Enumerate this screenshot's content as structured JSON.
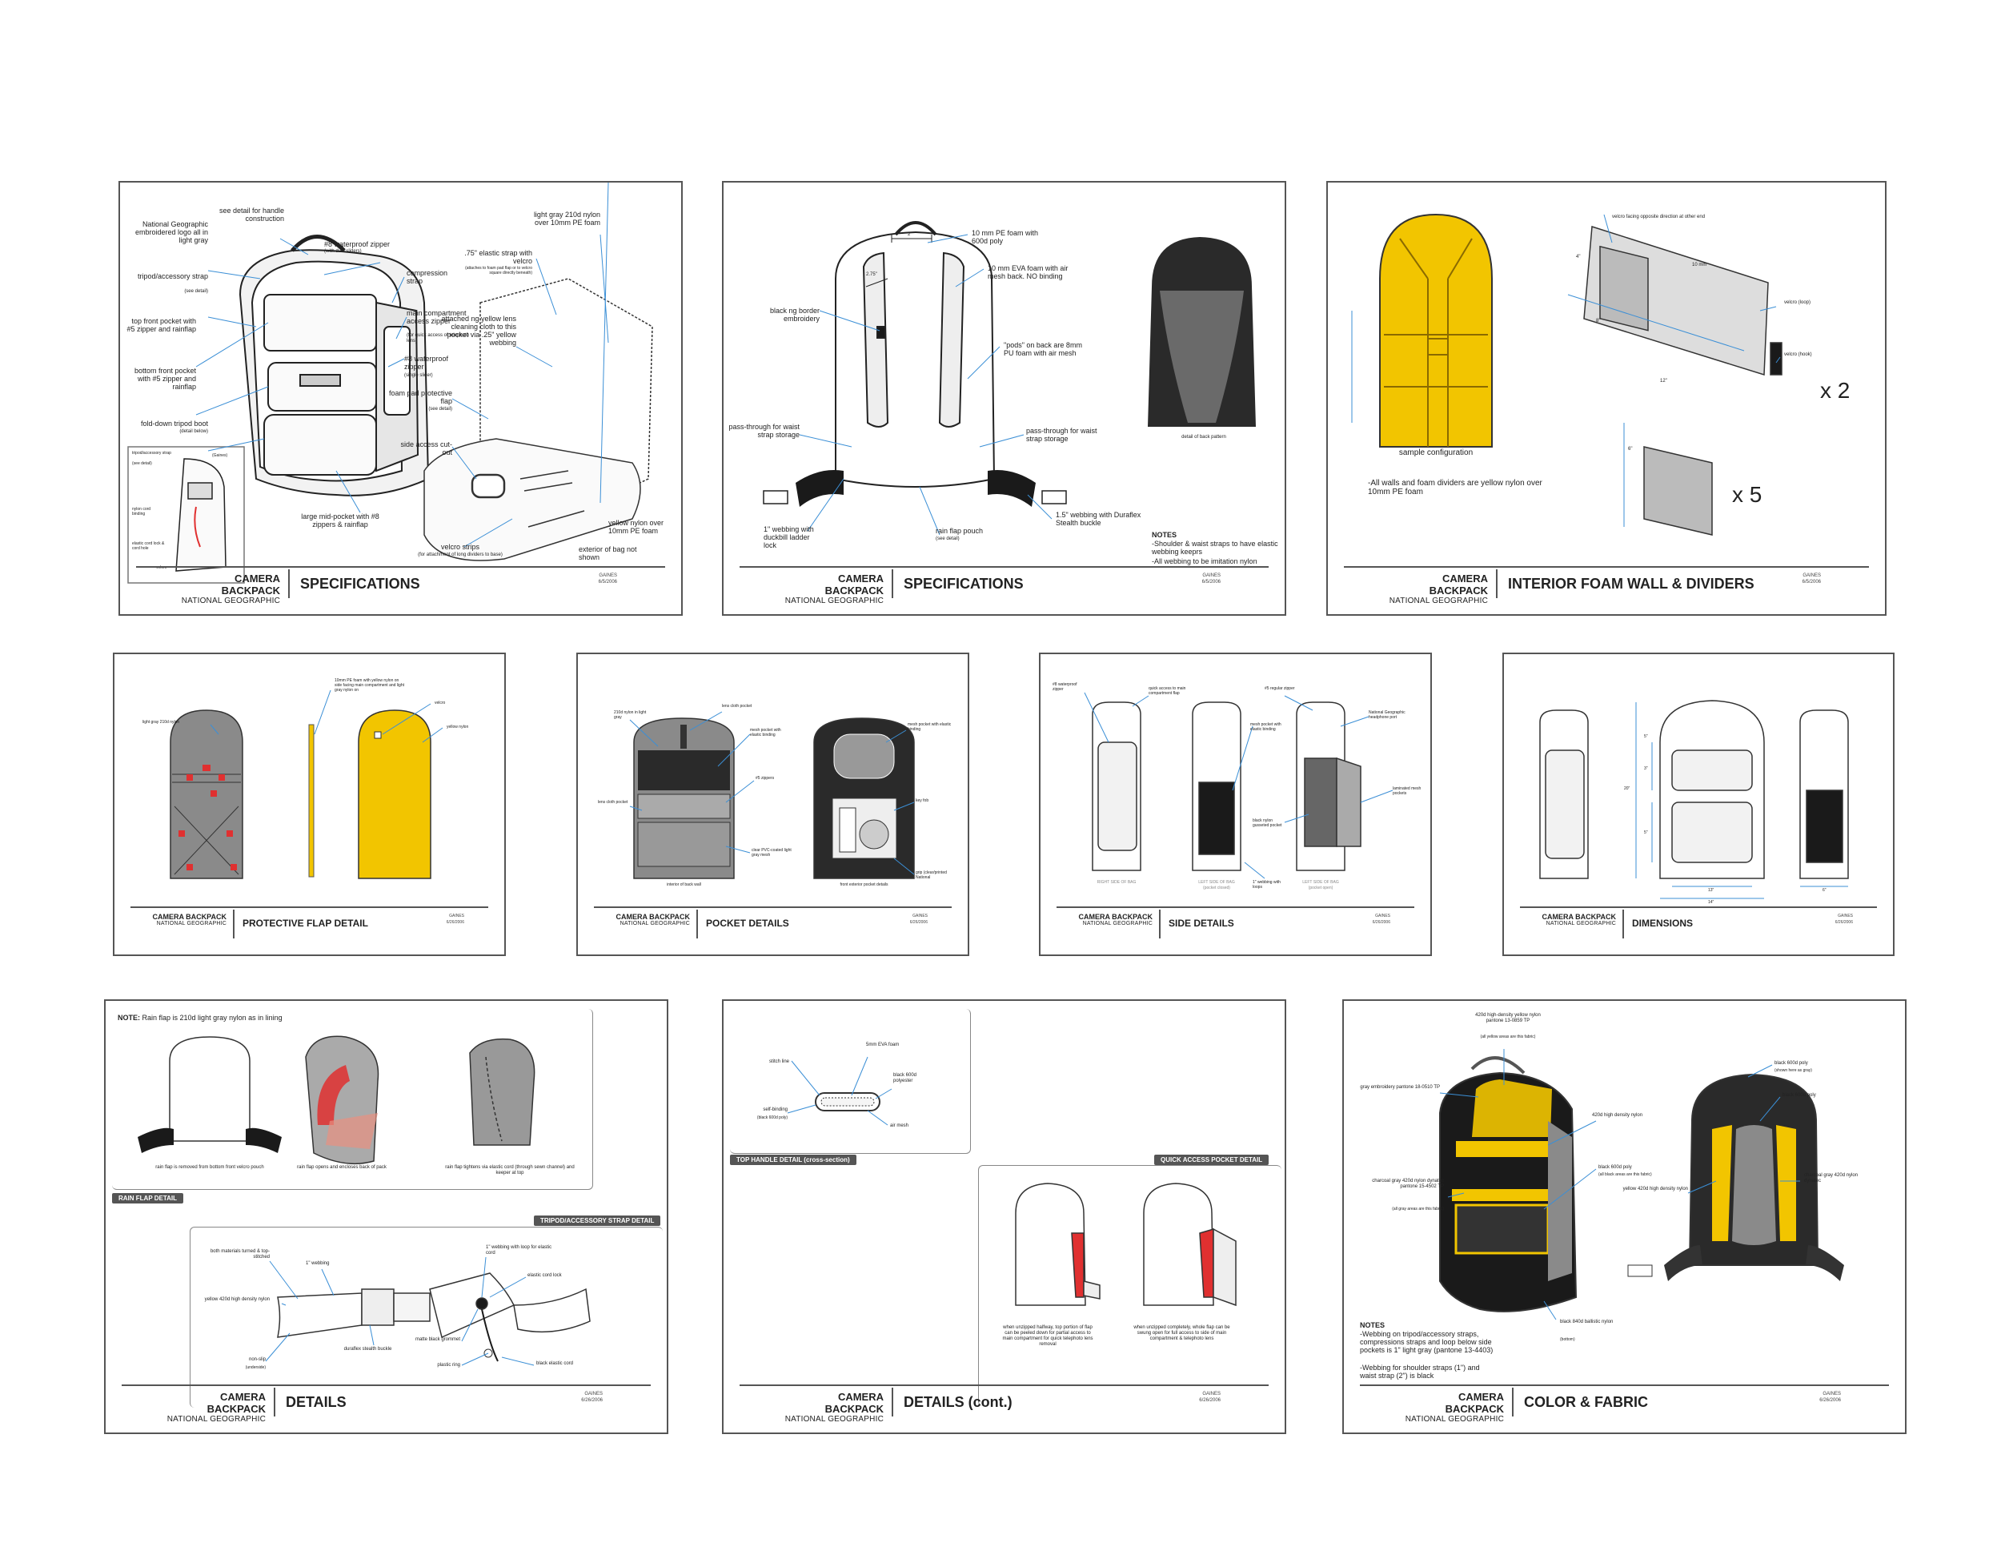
{
  "product": {
    "name": "CAMERA BACKPACK",
    "brand": "NATIONAL GEOGRAPHIC",
    "author": "GAINES"
  },
  "colors": {
    "yellow": "#f2c500",
    "black": "#1a1a1a",
    "gray": "#8a8a8a",
    "red": "#e03030",
    "leader": "#3b8fd6",
    "border": "#555555"
  },
  "sheets": {
    "s1": {
      "title": "SPECIFICATIONS",
      "date": "6/5/2006",
      "labels": {
        "handle": "see detail for handle construction",
        "logo": "National Geographic embroidered logo all in light gray",
        "tripod": "tripod/accessory strap",
        "tripod_note": "(see detail)",
        "topfront": "top front pocket with #5 zipper and rainflap",
        "bottomfront": "bottom front pocket with #5 zipper and rainflap",
        "foldtripod": "fold-down tripod boot",
        "foldtripod_note": "(detail below)",
        "zip8": "#8 waterproof zipper",
        "zip8_note": "(with dual sliders)",
        "compression": "compression strap",
        "mainzip": "main compartment access zipper",
        "mainzip_note": "(for quick access of telephoto lens)",
        "zip8single": "#8 waterproof zipper",
        "zip8single_note": "(single slider)",
        "foampad": "foam pad protective flap",
        "foampad_note": "(see detail)",
        "sideaccess": "side access cut-out",
        "midpocket": "large mid-pocket with #8 zippers & rainflap",
        "velcro": "velcro strips",
        "velcro_note": "(for attachment of long dividers to base)",
        "lightgray": "light gray 210d nylon over 10mm PE foam",
        "elastic": ".75\" elastic strap with velcro",
        "elastic_note": "(attaches to foam pad flap or to velcro square directly beneath)",
        "yellowlens": "attached ng yellow lens cleaning cloth to this pocket via .25\" yellow webbing",
        "yellownylon": "yellow nylon over 10mm PE foam",
        "exterior": "exterior of bag not shown",
        "inset_tripod": "tripod/accessory strap",
        "inset_tripod_note": "(see detail)",
        "inset_gaines": "(Gaines)",
        "inset_nylon": "nylon cord binding",
        "inset_elastic": "elastic cord lock & cord hole",
        "inset_velcro": "velcro"
      }
    },
    "s2": {
      "title": "SPECIFICATIONS",
      "date": "6/5/2006",
      "labels": {
        "dim2": "2\"",
        "dim275": "2.75\"",
        "pe10": "10 mm PE foam with 600d poly",
        "eva10": "10 mm EVA foam with air mesh back. NO binding",
        "border": "black ng border embroidery",
        "pods": "\"pods\" on back are 8mm PU foam with air mesh",
        "passthrough_l": "pass-through for waist strap storage",
        "passthrough_r": "pass-through for waist strap storage",
        "webbing1": "1\" webbing with duckbill ladder lock",
        "rainflap": "rain flap pouch",
        "rainflap_note": "(see detail)",
        "webbing15": "1.5\" webbing with Duraflex Stealth buckle",
        "backpattern": "detail of back pattern",
        "notes_head": "NOTES",
        "note1": "-Shoulder & waist straps to have elastic webbing keeprs",
        "note2": "-All webbing to be imitation nylon"
      }
    },
    "s3": {
      "title": "INTERIOR FOAM WALL & DIVIDERS",
      "date": "6/5/2006",
      "labels": {
        "sample": "sample configuration",
        "note": "-All walls and foam dividers are yellow nylon over 10mm PE foam",
        "velcro_facing": "velcro facing opposite direction at other end",
        "velcro_loop": "velcro (loop)",
        "velcro_hook": "velcro (hook)",
        "x2": "x 2",
        "x5": "x 5",
        "d4": "4\"",
        "d8": "8\"",
        "d12": "12\"",
        "d6": "6\"",
        "d10": "10 mm"
      }
    },
    "s4": {
      "title": "PROTECTIVE FLAP DETAIL",
      "date": "6/26/2006",
      "labels": {
        "lightgray": "light gray 210d nylon",
        "foam": "10mm PE foam with yellow nylon on side facing main compartment and light gray nylon on",
        "velcro": "velcro",
        "yellow": "yellow nylon"
      }
    },
    "s5": {
      "title": "POCKET DETAILS",
      "date": "6/26/2006",
      "labels": {
        "nylon210": "210d nylon in light gray",
        "lens": "lens cloth pocket",
        "mesh": "mesh pocket with elastic binding",
        "zippers": "#5 zippers",
        "lenscloth": "lens cloth pocket",
        "clearpvc": "clear PVC-coated light gray mesh",
        "mesh_r": "mesh pocket with elastic binding",
        "keyfob": "key fob",
        "grip": "grip (clear/printed National",
        "cap_l": "interior of back wall",
        "cap_r": "front exterior pocket details"
      }
    },
    "s6": {
      "title": "SIDE DETAILS",
      "date": "6/26/2006",
      "labels": {
        "wp": "#8 waterproof zipper",
        "quick": "quick access to main compartment flap",
        "mesh": "mesh pocket with elastic binding",
        "reg": "#5 regular zipper",
        "headphone": "National Geographic headphone port",
        "laminated": "laminated mesh pockets",
        "gusset": "black nylon gusseted pocket",
        "webbing": "1\" webbing with loops",
        "cap_r": "RIGHT SIDE OF BAG",
        "cap_l": "LEFT SIDE OF BAG",
        "cap_l_note": "(pocket closed)",
        "cap_l2": "LEFT SIDE OF BAG",
        "cap_l2_note": "(pocket open)"
      }
    },
    "s7": {
      "title": "DIMENSIONS",
      "date": "6/26/2006",
      "labels": {
        "h": "20\"",
        "w": "14\"",
        "w2": "13\"",
        "d": "6\"",
        "a": "3\"",
        "b": "5\"",
        "c": "5\""
      }
    },
    "s8": {
      "title": "DETAILS",
      "date": "6/26/2006",
      "labels": {
        "note_head": "NOTE:",
        "note": "Rain flap is 210d light gray nylon as in lining",
        "cap1": "rain flap is removed from bottom front velcro pouch",
        "cap2": "rain flap opens and encloses back of pack",
        "cap3": "rain flap tightens via elastic cord (through sewn channel) and keeper at top",
        "tab_rain": "RAIN FLAP DETAIL",
        "tab_tripod": "TRIPOD/ACCESSORY STRAP DETAIL",
        "both": "both materials turned & top-stitched",
        "web1": "1\" webbing",
        "webloop": "1\" webbing with loop for elastic cord",
        "cordlock": "elastic cord lock",
        "yellow420": "yellow 420d high density nylon",
        "nonslip": "non-slip",
        "nonslip_note": "(underside)",
        "duraflex": "duraflex stealth buckle",
        "grommet": "matte black grommet",
        "ring": "plastic ring",
        "blackcord": "black elastic cord"
      }
    },
    "s9": {
      "title": "DETAILS (cont.)",
      "date": "6/26/2006",
      "labels": {
        "stitch": "stitch line",
        "eva": "5mm EVA foam",
        "poly600": "black 600d polyester",
        "binding": "self-binding",
        "binding_note": "(black 600d poly)",
        "air": "air mesh",
        "tab_handle": "TOP HANDLE DETAIL (cross-section)",
        "tab_quick": "QUICK ACCESS POCKET DETAIL",
        "cap1": "when unzipped halfway, top portion of flap can be peeled down for partial access to main compartment for quick telephoto lens removal",
        "cap2": "when unzipped completely, whole flap can be swung open for full access to side of main compartment & telephoto lens"
      }
    },
    "s10": {
      "title": "COLOR & FABRIC",
      "date": "6/26/2006",
      "labels": {
        "yellow420": "420d high-density yellow nylon pantone 13-0859 TP",
        "yellow420_note": "(all yellow areas are this fabric)",
        "grayemb": "gray embroidery pantone 18-0510 TP",
        "yellow420b": "420d high density nylon",
        "charcoal": "charcoal gray 420d nylon dynatec pantone 15-4502 TP",
        "charcoal_note": "(all gray areas are this fabric)",
        "black600": "black 600d poly",
        "black600_note": "(all black areas are this fabric)",
        "black840": "black 840d ballistic nylon",
        "black840_note": "(bottom)",
        "black600b": "black 600d poly",
        "black600b_note": "(shown here as gray)",
        "black600c": "black 600d poly",
        "charcoalb": "charcoal gray 420d nylon dynatec",
        "yellowb": "yellow 420d high density nylon",
        "notes_head": "NOTES",
        "note1": "-Webbing on tripod/accessory straps, compressions straps and loop below side pockets is 1\" light gray (pantone 13-4403)",
        "note2": "-Webbing for shoulder straps (1\") and waist strap (2\") is black"
      }
    }
  }
}
